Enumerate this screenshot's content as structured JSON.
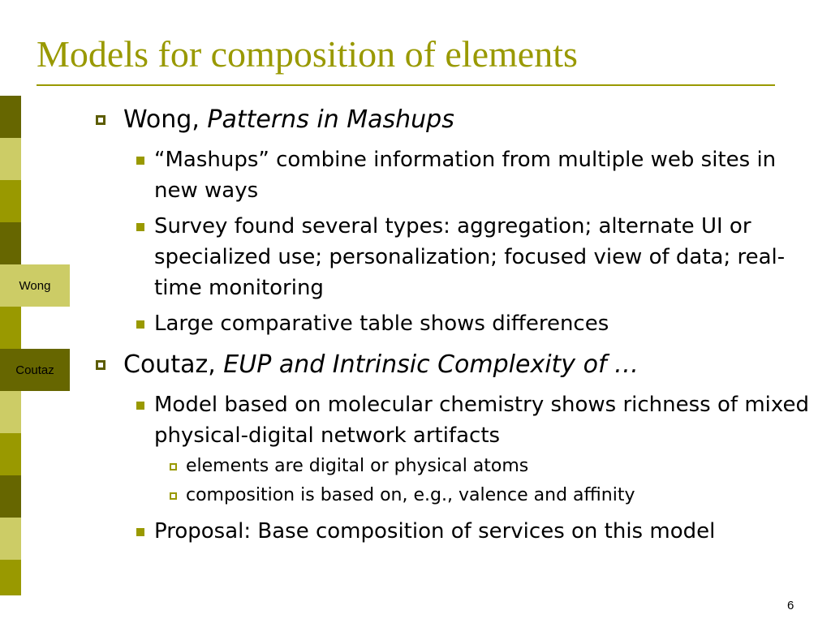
{
  "title": "Models for composition of elements",
  "page_number": "6",
  "colors": {
    "accent": "#999900",
    "dark": "#666600",
    "light": "#cccc66",
    "bullet_outline": "#5c5c00"
  },
  "sidebar": {
    "tabs": [
      {
        "label": "Wong"
      },
      {
        "label": "Coutaz"
      }
    ]
  },
  "bullets": {
    "b1": {
      "plain": "Wong, ",
      "italic": "Patterns in Mashups"
    },
    "b1_sub": [
      "“Mashups” combine information from multiple web sites in new ways",
      "Survey found several types: aggregation; alternate UI or specialized use; personalization; focused view of data; real-time monitoring",
      "Large comparative table shows differences"
    ],
    "b2": {
      "plain": "Coutaz, ",
      "italic": "EUP and Intrinsic Complexity of …"
    },
    "b2_sub1": "Model based on molecular chemistry shows richness of mixed physical-digital network artifacts",
    "b2_sub1_sub": [
      "elements are digital or physical atoms",
      "composition is based on, e.g., valence and affinity"
    ],
    "b2_sub2": "Proposal: Base composition of services on this model"
  }
}
